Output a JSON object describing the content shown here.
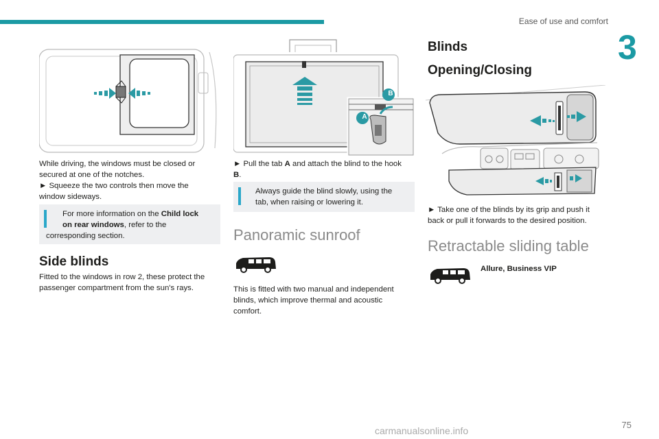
{
  "header": {
    "section_title": "Ease of use and comfort",
    "chapter_number": "3"
  },
  "col1": {
    "para1_l1": "While driving, the windows must be closed or",
    "para1_l2": "secured at one of the notches.",
    "para1_l3": "► Squeeze the two controls then move the",
    "para1_l4": "window sideways.",
    "info_l1a": "For more information on the ",
    "info_l1b": "Child lock",
    "info_l2a": "on rear windows",
    "info_l2b": ", refer to the",
    "info_l3": "corresponding section.",
    "side_blinds_heading": "Side blinds",
    "para2_l1": "Fitted to the windows in row 2, these protect the",
    "para2_l2": "passenger compartment from the sun's rays."
  },
  "col2": {
    "label_a": "A",
    "label_b": "B",
    "step_l1a": "► Pull the tab ",
    "step_l1b": "A",
    "step_l1c": " and attach the blind to the hook",
    "step_l2a": "B",
    "step_l2b": ".",
    "info_l1": "Always guide the blind slowly, using the",
    "info_l2": "tab, when raising or lowering it.",
    "sunroof_heading": "Panoramic sunroof",
    "para_l1": "This is fitted with two manual and independent",
    "para_l2": "blinds, which improve thermal and acoustic",
    "para_l3": "comfort."
  },
  "col3": {
    "blinds_heading": "Blinds",
    "opening_heading": "Opening/Closing",
    "step_l1": "► Take one of the blinds by its grip and push it",
    "step_l2": "back or pull it forwards to the desired position.",
    "table_heading": "Retractable sliding table",
    "versions_a": "Allure",
    "versions_sep": ", ",
    "versions_b": "Business VIP"
  },
  "footer": {
    "page_number": "75",
    "watermark": "carmanualsonline.info"
  },
  "colors": {
    "teal": "#1b9aa4",
    "info_bg": "#eeeff1",
    "info_bar": "#2aa7c9",
    "heading_grey": "#8a8a8a"
  },
  "icons": [
    "window-latch-illustration",
    "side-blind-illustration",
    "van-icon",
    "sunroof-illustration"
  ]
}
